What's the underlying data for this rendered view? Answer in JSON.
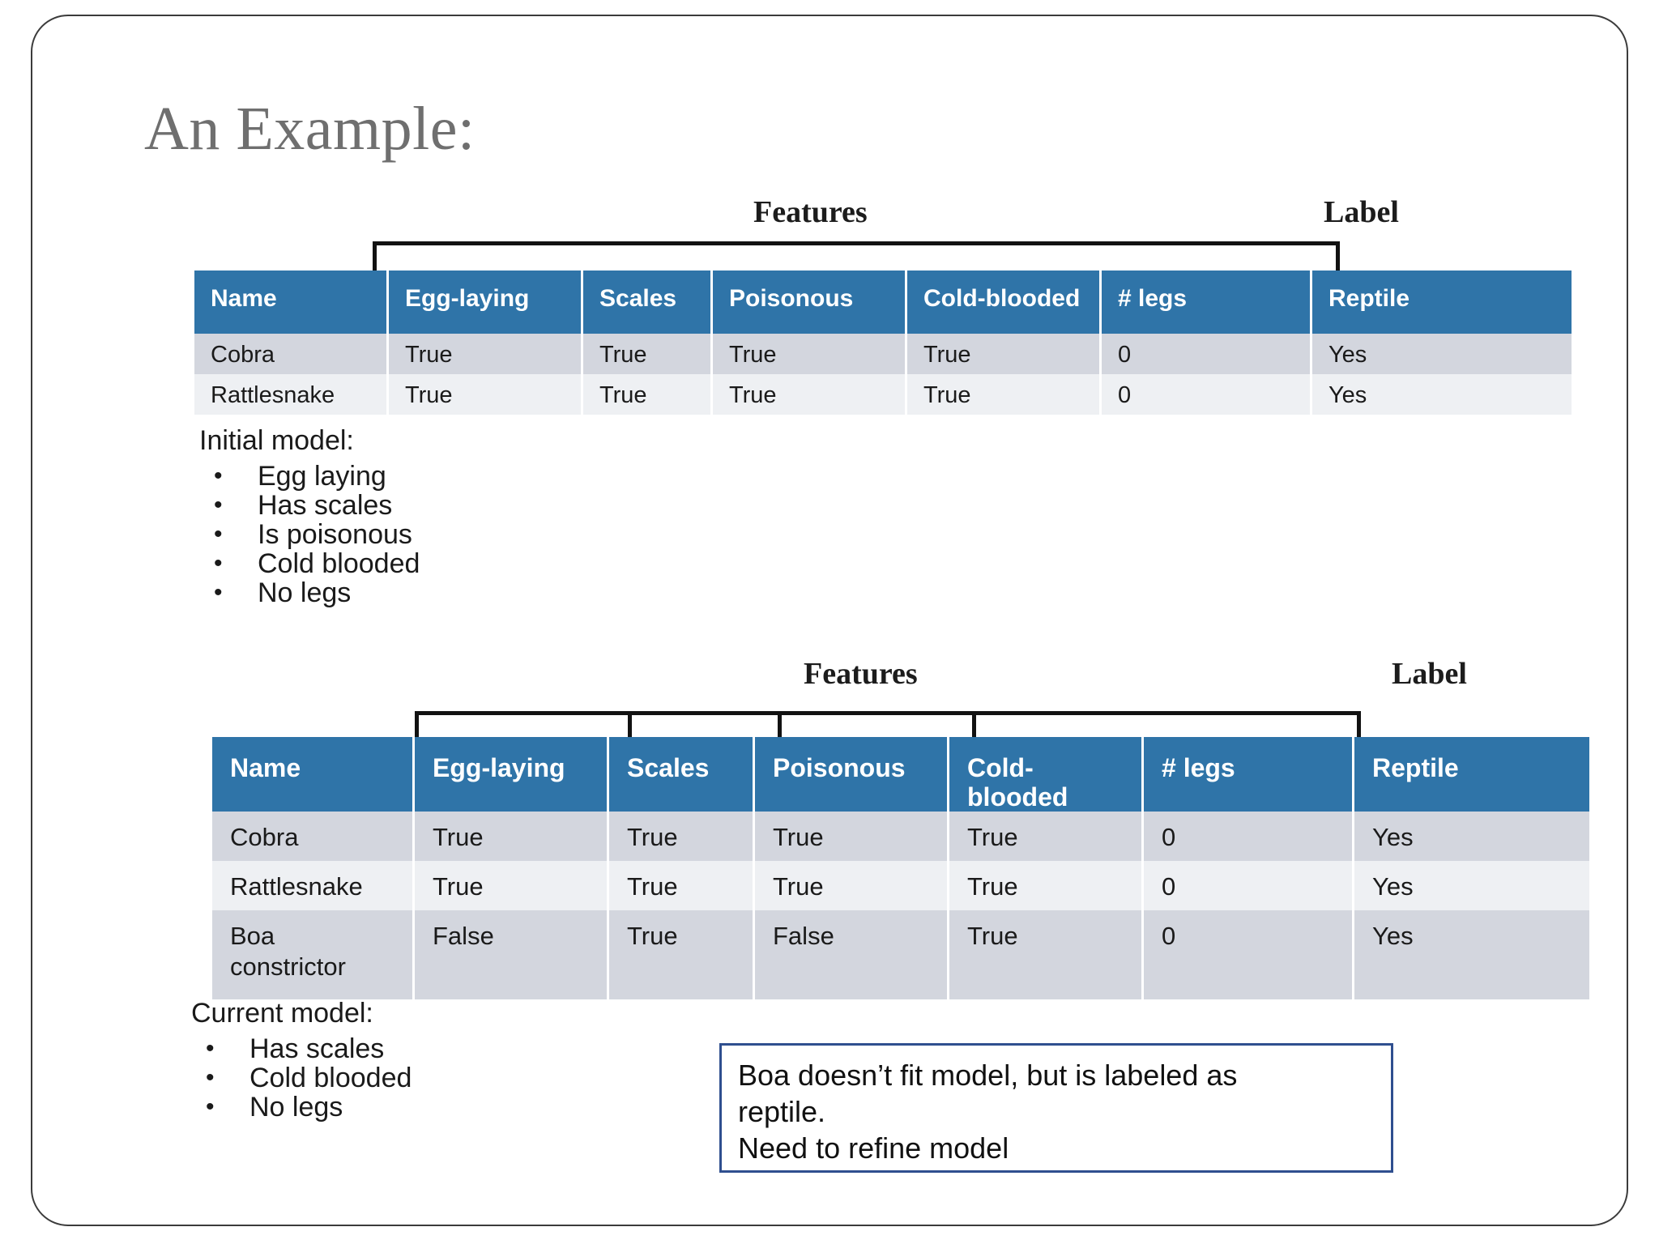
{
  "slide": {
    "title": "An Example:",
    "accent_blue": "#2f74a8",
    "row_alt_a": "#d3d6de",
    "row_alt_b": "#eef0f3",
    "note_border": "#2f4f8f",
    "title_color": "#6f6f6f"
  },
  "annotations": {
    "features_label_top": "Features",
    "label_label_top": "Label",
    "features_label_bottom": "Features",
    "label_label_bottom": "Label"
  },
  "table_initial": {
    "columns": [
      "Name",
      "Egg-laying",
      "Scales",
      "Poisonous",
      "Cold-blooded",
      "# legs",
      "Reptile"
    ],
    "rows": [
      [
        "Cobra",
        "True",
        "True",
        "True",
        "True",
        "0",
        "Yes"
      ],
      [
        "Rattlesnake",
        "True",
        "True",
        "True",
        "True",
        "0",
        "Yes"
      ]
    ]
  },
  "initial_model": {
    "heading": "Initial model:",
    "bullet_glyph": "•",
    "items": [
      "Egg laying",
      "Has scales",
      "Is poisonous",
      "Cold blooded",
      "No legs"
    ]
  },
  "table_current": {
    "columns": [
      "Name",
      "Egg-laying",
      "Scales",
      "Poisonous",
      "Cold-blooded",
      "# legs",
      "Reptile"
    ],
    "rows": [
      [
        "Cobra",
        "True",
        "True",
        "True",
        "True",
        "0",
        "Yes"
      ],
      [
        "Rattlesnake",
        "True",
        "True",
        "True",
        "True",
        "0",
        "Yes"
      ],
      [
        "Boa constrictor",
        "False",
        "True",
        "False",
        "True",
        "0",
        "Yes"
      ]
    ]
  },
  "current_model": {
    "heading": "Current model:",
    "bullet_glyph": "•",
    "items": [
      "Has scales",
      "Cold blooded",
      "No legs"
    ]
  },
  "note": {
    "line1": "Boa doesn’t fit model, but is labeled as",
    "line2": "reptile.",
    "line3": "Need to refine model"
  }
}
